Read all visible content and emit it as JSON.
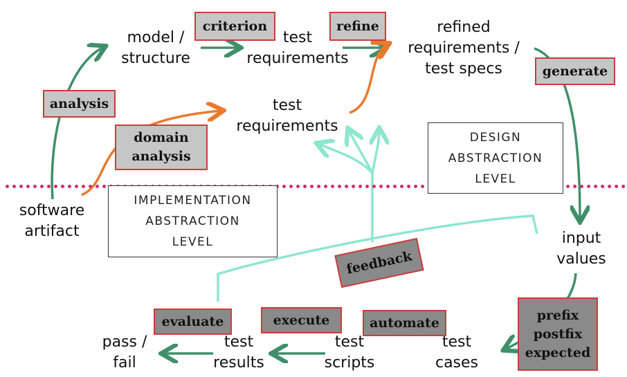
{
  "nodes": {
    "software_artifact": "software\nartifact",
    "model_structure": "model /\nstructure",
    "test_requirements_top": "test\nrequirements",
    "refined_requirements": "refined\nrequirements /\ntest specs",
    "test_requirements_mid": "test\nrequirements",
    "input_values": "input\nvalues",
    "test_cases": "test\ncases",
    "test_scripts": "test\nscripts",
    "test_results": "test\nresults",
    "pass_fail": "pass /\nfail"
  },
  "activities": {
    "analysis": "analysis",
    "criterion": "criterion",
    "refine": "refine",
    "generate": "generate",
    "domain_analysis": "domain\nanalysis",
    "feedback": "feedback",
    "prefix_postfix_expected": "prefix\npostfix\nexpected",
    "automate": "automate",
    "execute": "execute",
    "evaluate": "evaluate"
  },
  "levels": {
    "design": "DESIGN\nABSTRACTION\nLEVEL",
    "implementation": "IMPLEMENTATION\nABSTRACTION\nLEVEL"
  },
  "colors": {
    "main_arrow": "#3f8f6a",
    "domain_arrow": "#e87a2e",
    "feedback_line": "#8ee6cf",
    "level_divider": "#cf2f6b",
    "box_border": "#cc3b3b",
    "box_light": "#c6c6c6",
    "box_dark": "#8a8a8a"
  }
}
